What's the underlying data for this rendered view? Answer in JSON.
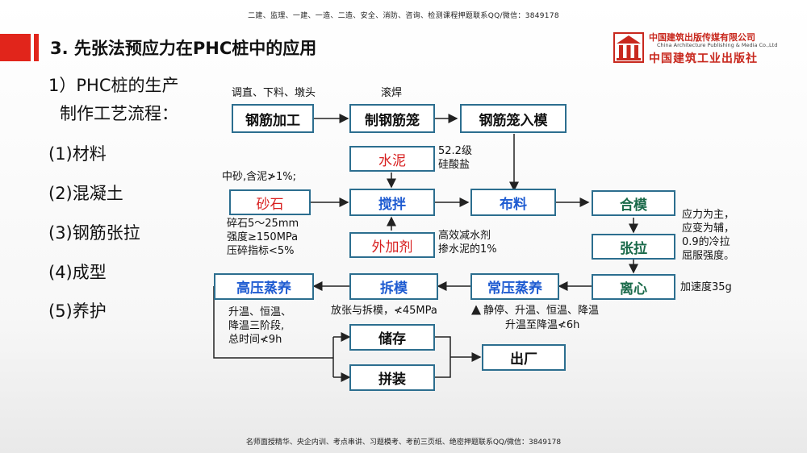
{
  "header": {
    "top_note": "二建、监理、一建、一造、二造、安全、消防、咨询、检测课程押题联系QQ/微信：3849178",
    "title": "3. 先张法预应力在PHC桩中的应用"
  },
  "publisher": {
    "name_cn": "中国建筑出版传媒有限公司",
    "name_en": "China Architecture Publishing & Media Co.,Ltd",
    "name_cn2": "中国建筑工业出版社"
  },
  "left_list": {
    "heading_line1": "1）PHC桩的生产",
    "heading_line2": "制作工艺流程：",
    "items": [
      "(1)材料",
      "(2)混凝土",
      "(3)钢筋张拉",
      "(4)成型",
      "(5)养护"
    ]
  },
  "flow": {
    "boxes": {
      "rebar_processing": "钢筋加工",
      "make_cage": "制钢筋笼",
      "cage_into_mold": "钢筋笼入模",
      "cement": "水泥",
      "sand_stone": "砂石",
      "mixing": "搅拌",
      "admixture": "外加剂",
      "distribution": "布料",
      "close_mold": "合模",
      "tension": "张拉",
      "centrifuge": "离心",
      "normal_pressure_curing": "常压蒸养",
      "demold": "拆模",
      "high_pressure_curing": "高压蒸养",
      "storage": "储存",
      "splicing": "拼装",
      "shipment": "出厂"
    },
    "notes": {
      "rebar_ops": "调直、下料、墩头",
      "rolling_weld": "滚焊",
      "cement_grade": [
        "52.2级",
        "硅酸盐"
      ],
      "sand_req": "中砂,含泥≯1%;",
      "stone_req": [
        "碎石5～25mm",
        "强度≥150MPa",
        "压碎指标<5%"
      ],
      "admixture_req": [
        "高效减水剂",
        "掺水泥的1%"
      ],
      "stress_note": [
        "应力为主，",
        "应变为辅，",
        "0.9的冷拉",
        "屈服强度。"
      ],
      "accel": "加速度35g",
      "curing_steps": "静停、升温、恒温、降温",
      "curing_time": "升温至降温≮6h",
      "demold_note": "放张与拆模，≮45MPa",
      "hp_curing_note": [
        "升温、恒温、",
        "降温三阶段,",
        "总时间≮9h"
      ]
    }
  },
  "footer": {
    "note": "名师面授精华、央企内训、考点串讲、习题模考、考前三页纸、绝密押题联系QQ/微信：3849178"
  },
  "colors": {
    "accent_red": "#e1251b",
    "box_border": "#2c6e8f",
    "blue_text": "#1e5bd1",
    "green_text": "#1a6a4a"
  }
}
